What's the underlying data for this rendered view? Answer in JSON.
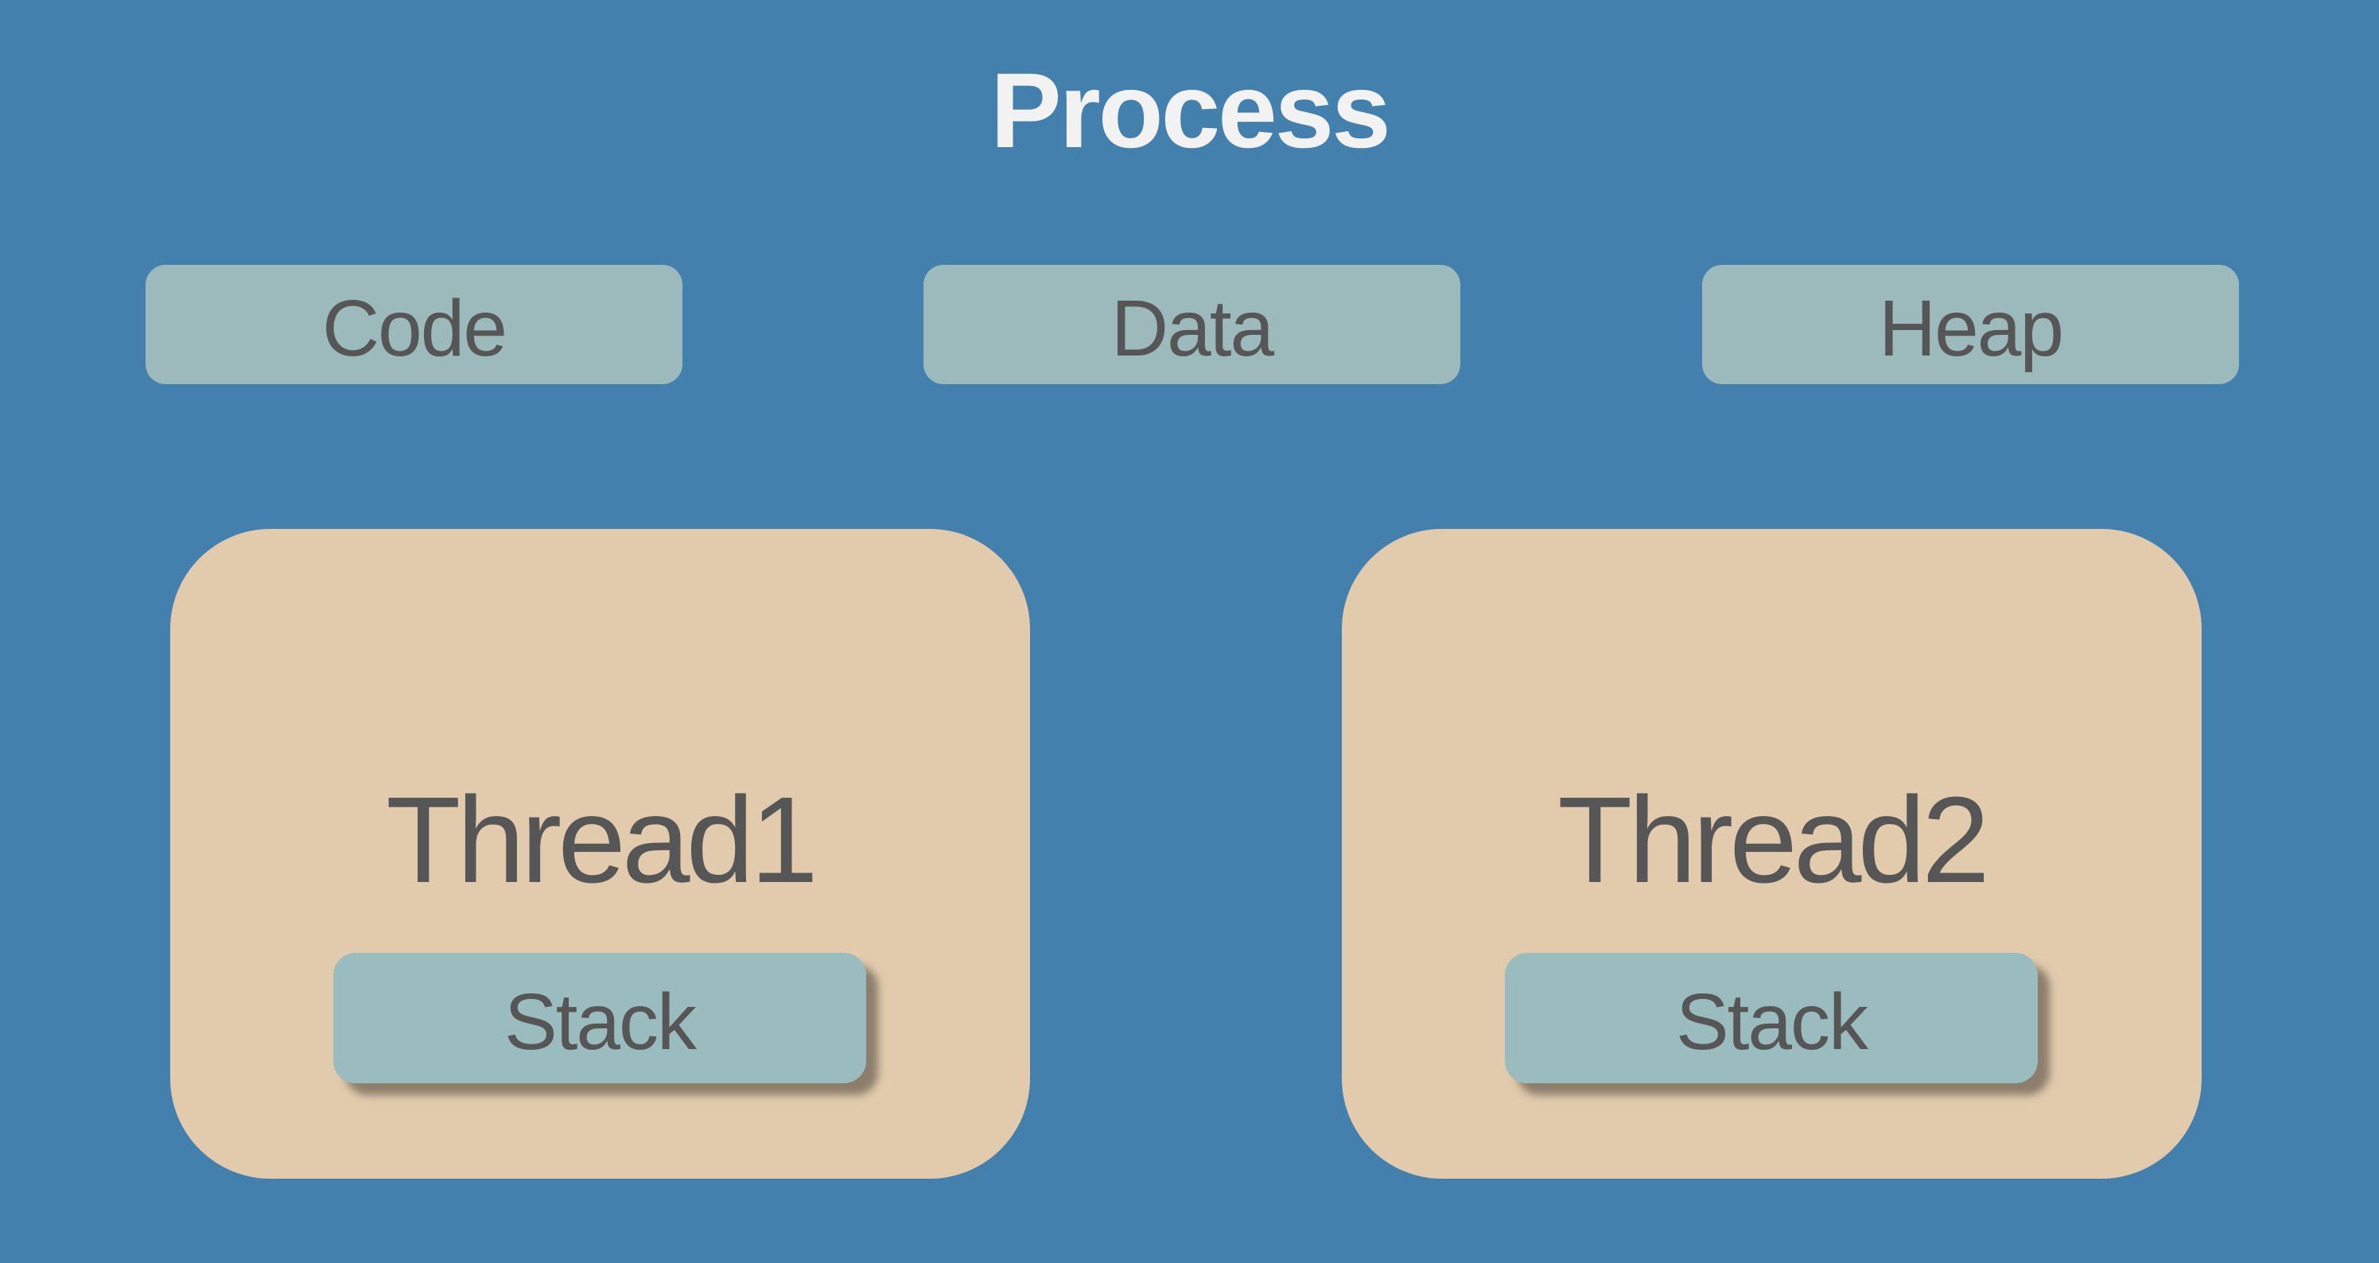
{
  "diagram": {
    "title": "Process",
    "sections": [
      {
        "label": "Code"
      },
      {
        "label": "Data"
      },
      {
        "label": "Heap"
      }
    ],
    "threads": [
      {
        "label": "Thread1",
        "stack": {
          "label": "Stack"
        }
      },
      {
        "label": "Thread2",
        "stack": {
          "label": "Stack"
        }
      }
    ],
    "colors": {
      "background": "#4480AD",
      "section_box": "#9CBABC",
      "thread_box": "#E2CBAD",
      "stack_box": "#9ABCBE",
      "label_text": "#565656",
      "title_text": "#F2F2F2"
    }
  }
}
